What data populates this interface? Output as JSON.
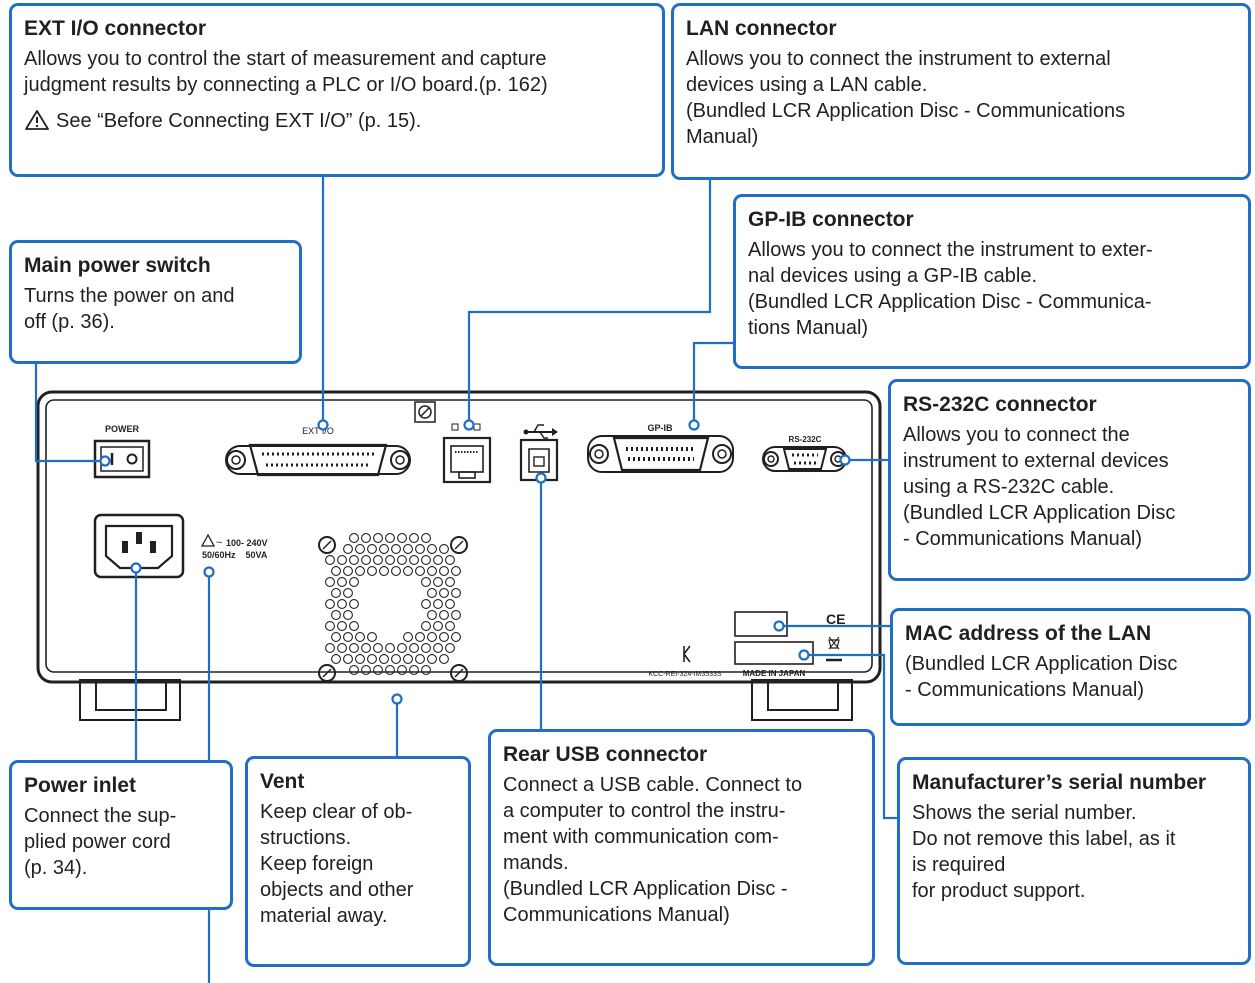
{
  "callouts": {
    "ext_io": {
      "title": "EXT I/O connector",
      "lines": [
        "Allows you to control the start of measurement and capture",
        "judgment results by connecting a PLC or I/O board.(p. 162)"
      ],
      "warning": "See “Before Connecting EXT I/O” (p. 15)."
    },
    "lan": {
      "title": "LAN connector",
      "lines": [
        "Allows you to connect the instrument to external",
        "devices using a LAN cable.",
        "(Bundled LCR Application Disc - Communications",
        "Manual)"
      ]
    },
    "gpib": {
      "title": "GP-IB connector",
      "lines": [
        "Allows you to connect the instrument to exter-",
        "nal devices using a GP-IB cable.",
        "(Bundled LCR Application Disc - Communica-",
        "tions Manual)"
      ]
    },
    "main_power": {
      "title": "Main power switch",
      "lines": [
        "Turns the power on and",
        "off (p. 36)."
      ]
    },
    "rs232c": {
      "title": "RS-232C connector",
      "lines": [
        "Allows you to connect the",
        "instrument to external devices",
        "using a RS-232C cable.",
        "(Bundled LCR Application Disc",
        "- Communications Manual)"
      ]
    },
    "mac": {
      "title": "MAC address of the LAN",
      "lines": [
        "(Bundled LCR Application Disc",
        "- Communications Manual)"
      ]
    },
    "power_inlet": {
      "title": "Power inlet",
      "lines": [
        "Connect the sup-",
        "plied power cord",
        "(p. 34)."
      ]
    },
    "vent": {
      "title": "Vent",
      "lines": [
        "Keep clear of ob-",
        "structions.",
        "Keep foreign",
        "objects and other",
        "material away."
      ]
    },
    "usb": {
      "title": "Rear USB connector",
      "lines": [
        "Connect a USB cable. Connect to",
        "a computer to control the instru-",
        "ment with communication com-",
        "mands.",
        "(Bundled LCR Application Disc -",
        "Communications Manual)"
      ]
    },
    "serial": {
      "title": "Manufacturer’s serial number",
      "lines": [
        "Shows the serial number.",
        "Do not remove this label, as it",
        "is required",
        "for product support."
      ]
    }
  },
  "panel": {
    "power_label": "POWER",
    "ext_io_label": "EXT I/O",
    "gpib_label": "GP-IB",
    "rs232c_label": "RS-232C",
    "voltage_label": "100- 240V",
    "rating_label": "50/60Hz    50VA",
    "kcc_label": "KCC-REI-324-IM3533S",
    "made_in_label": "MADE IN JAPAN",
    "ce_mark": "CE"
  },
  "colors": {
    "callout_border": "#1f6fc6",
    "leader_line": "#1f6fc6",
    "panel_line": "#231f20",
    "text": "#231f20"
  }
}
